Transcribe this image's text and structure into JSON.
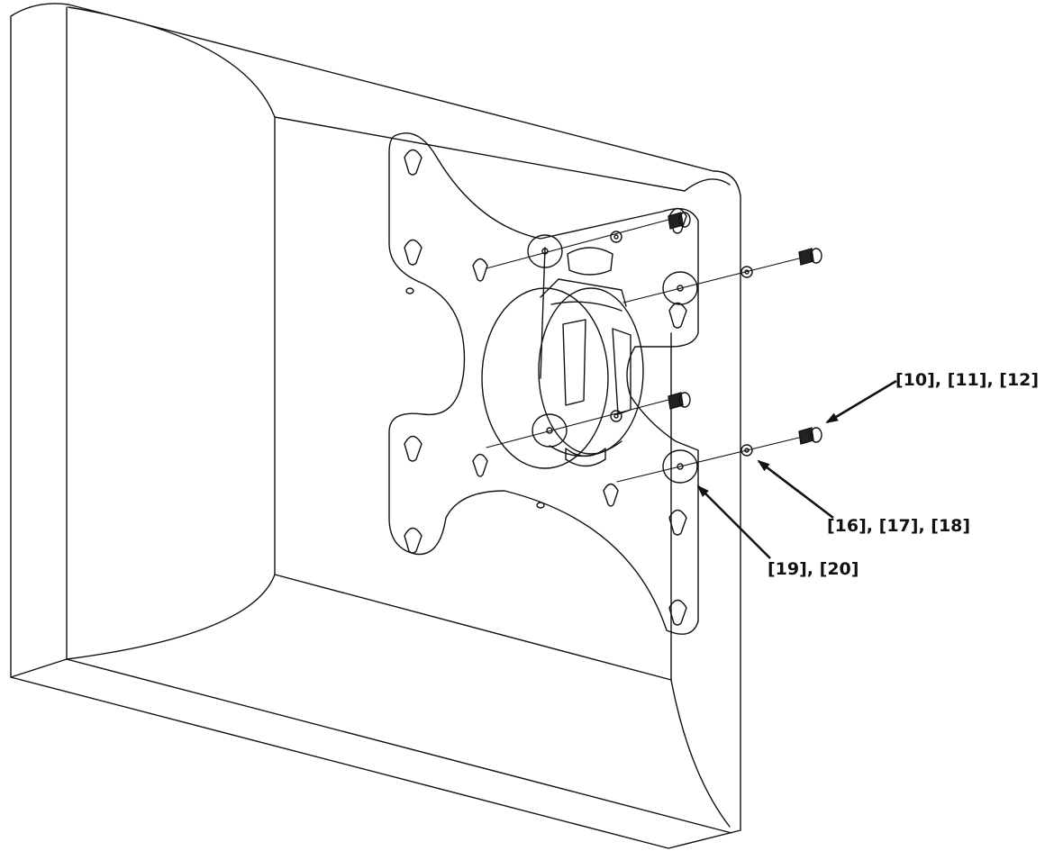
{
  "callouts": [
    {
      "id": "screw",
      "text": "[10], [11], [12]"
    },
    {
      "id": "lock-washer",
      "text": "[16], [17], [18]"
    },
    {
      "id": "flat-washer",
      "text": "[19], [20]"
    }
  ],
  "colors": {
    "line": "#111111",
    "background": "#ffffff"
  }
}
